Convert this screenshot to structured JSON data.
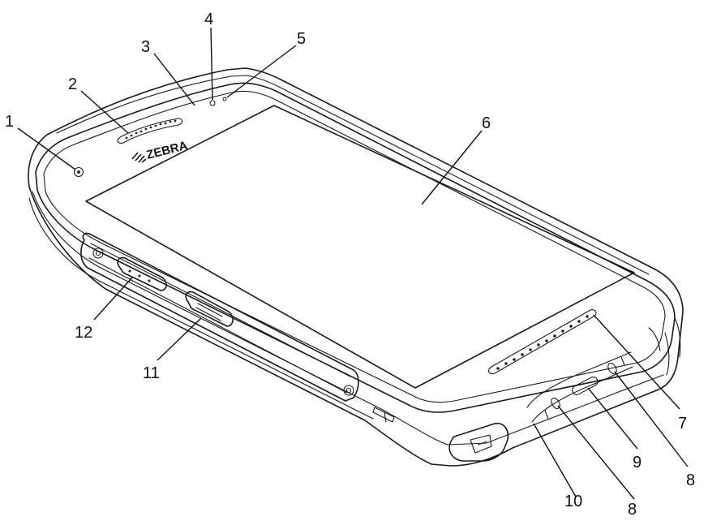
{
  "device": {
    "brand_logo_text": "ZEBRA"
  },
  "callouts": [
    {
      "id": "c1",
      "label": "1"
    },
    {
      "id": "c2",
      "label": "2"
    },
    {
      "id": "c3",
      "label": "3"
    },
    {
      "id": "c4",
      "label": "4"
    },
    {
      "id": "c5",
      "label": "5"
    },
    {
      "id": "c6",
      "label": "6"
    },
    {
      "id": "c7",
      "label": "7"
    },
    {
      "id": "c8a",
      "label": "8"
    },
    {
      "id": "c9",
      "label": "9"
    },
    {
      "id": "c8b",
      "label": "8"
    },
    {
      "id": "c10",
      "label": "10"
    },
    {
      "id": "c11",
      "label": "11"
    },
    {
      "id": "c12",
      "label": "12"
    }
  ]
}
